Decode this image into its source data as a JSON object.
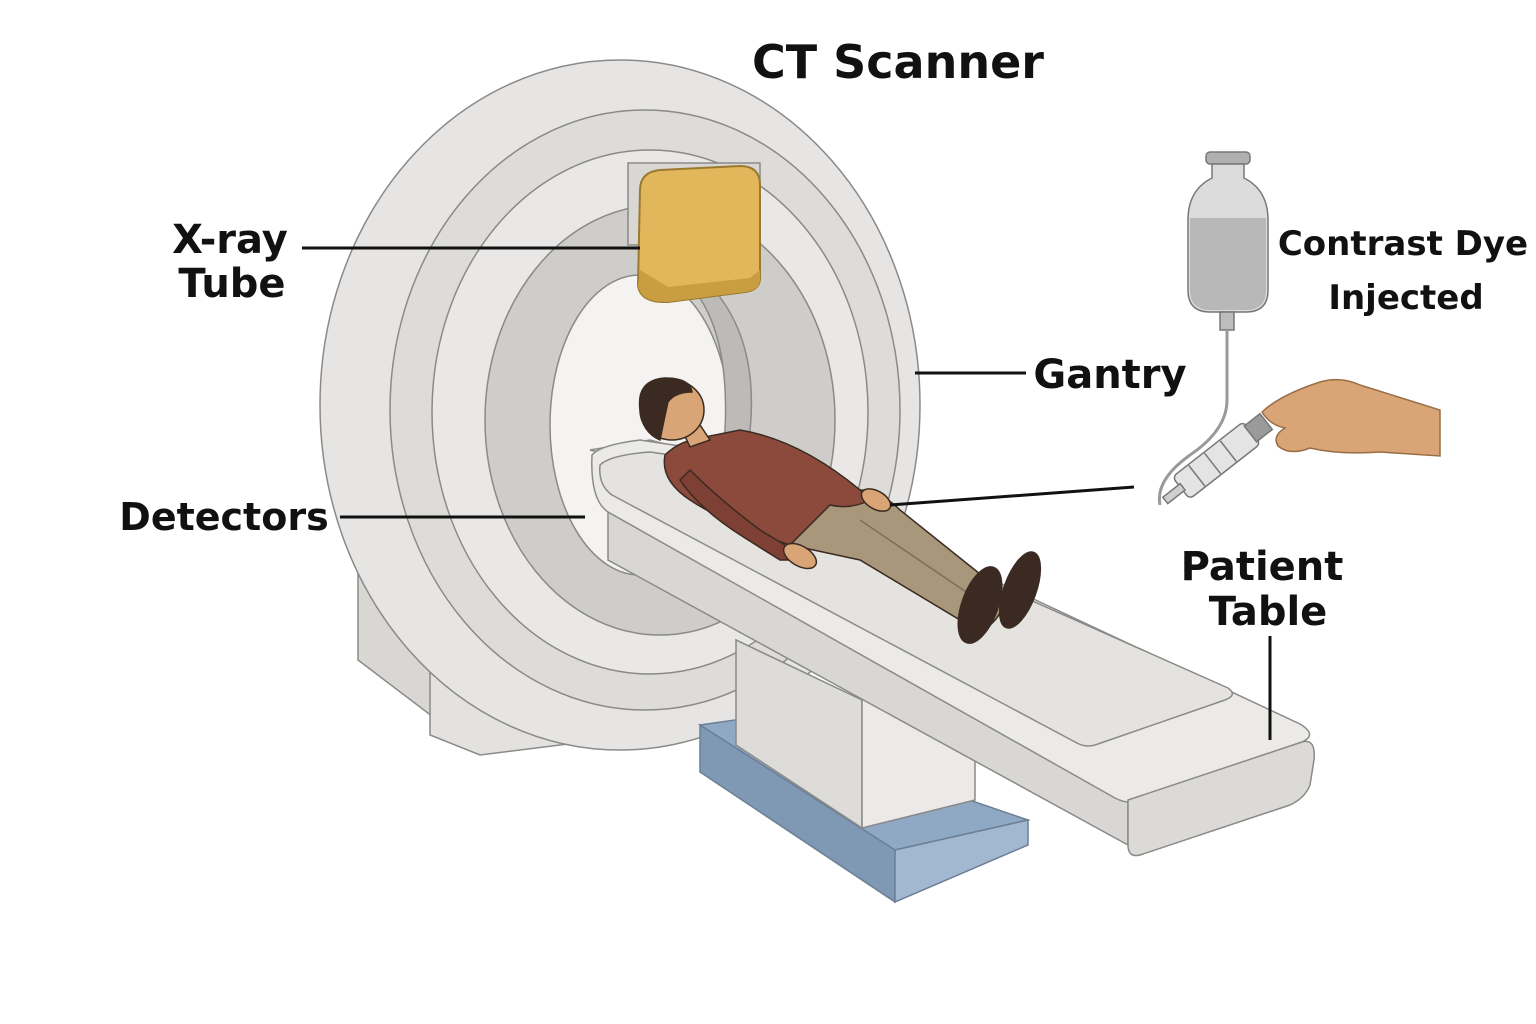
{
  "title": "CT Scanner",
  "labels": {
    "xray_tube_line1": "X-ray",
    "xray_tube_line2": "Tube",
    "gantry": "Gantry",
    "detectors": "Detectors",
    "contrast_line1": "Contrast Dye",
    "contrast_line2": "Injected",
    "patient_table_line1": "Patient",
    "patient_table_line2": "Table"
  },
  "colors": {
    "gantry": "#e6e5e3",
    "gantry_shade": "#d2d0cd",
    "xray_tube": "#e2b65a",
    "table_base": "#8fa8c4",
    "shirt": "#8b4a3c",
    "pants": "#a8977a",
    "skin": "#d9a577",
    "outline": "#888888"
  }
}
